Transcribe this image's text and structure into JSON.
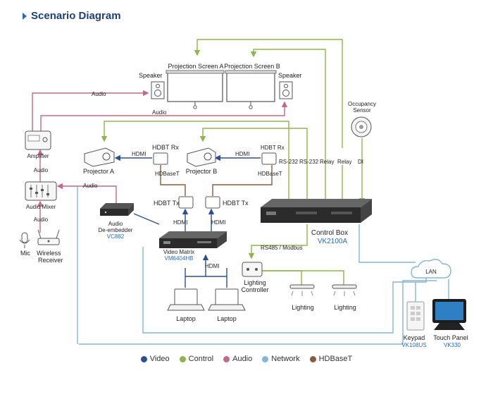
{
  "title": "Scenario Diagram",
  "colors": {
    "video": "#2e4f94",
    "control": "#8db54a",
    "audio": "#c46a86",
    "network": "#86b6d6",
    "hdbaset": "#8b5a3c"
  },
  "labels": {
    "projection_screen_a": "Projection Screen A",
    "projection_screen_b": "Projection Screen B",
    "speaker_a": "Speaker",
    "speaker_b": "Speaker",
    "audio_top": "Audio",
    "audio_mid": "Audio",
    "amplifier": "Amplifier",
    "audio_amp_mixer": "Audio",
    "audio_mixer": "Audio Mixer",
    "audio_mixer_deemb": "Audio",
    "audio_mic_mixer": "Audio",
    "mic": "Mic",
    "wireless_receiver": "Wireless\nReceiver",
    "projector_a": "Projector A",
    "projector_b": "Projector B",
    "hdbt_rx_a": "HDBT Rx",
    "hdbt_rx_b": "HDBT Rx",
    "hdmi_a": "HDMI",
    "hdmi_b": "HDMI",
    "hdbaset_a": "HDBaseT",
    "hdbaset_b": "HDBaseT",
    "hdbt_tx_a": "HDBT Tx",
    "hdbt_tx_b": "HDBT Tx",
    "hdmi_matrix_a": "HDMI",
    "hdmi_matrix_b": "HDMI",
    "hdmi_laptops": "HDMI",
    "de_embedder": "Audio\nDe-embedder",
    "de_embedder_model": "VC882",
    "video_matrix": "Video Matrix",
    "video_matrix_model": "VM6404HB",
    "laptop_a": "Laptop",
    "laptop_b": "Laptop",
    "rs232_a": "RS-232",
    "rs232_b": "RS-232",
    "relay_a": "Relay",
    "relay_b": "Relay",
    "di": "DI",
    "occupancy_sensor": "Occupancy\nSensor",
    "control_box": "Control Box",
    "control_box_model": "VK2100A",
    "rs485": "RS485 / Modbus",
    "lighting_controller": "Lighting\nController",
    "lighting_a": "Lighting",
    "lighting_b": "Lighting",
    "lan": "LAN",
    "keypad": "Keypad",
    "keypad_model": "VK108US",
    "touch_panel": "Touch Panel",
    "touch_panel_model": "VK330"
  },
  "legend": [
    {
      "label": "Video",
      "color": "#2e4f94"
    },
    {
      "label": "Control",
      "color": "#8db54a"
    },
    {
      "label": "Audio",
      "color": "#c46a86"
    },
    {
      "label": "Network",
      "color": "#86b6d6"
    },
    {
      "label": "HDBaseT",
      "color": "#8b5a3c"
    }
  ]
}
